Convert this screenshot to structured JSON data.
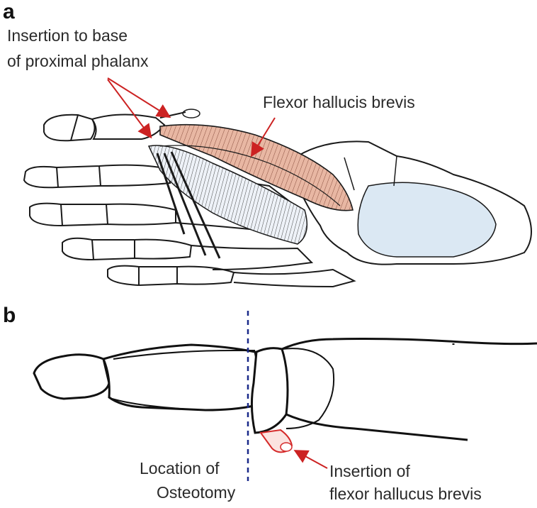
{
  "panels": {
    "a": {
      "label": "a",
      "insertion_label_line1": "Insertion to base",
      "insertion_label_line2": "of proximal phalanx",
      "muscle_label": "Flexor hallucis brevis"
    },
    "b": {
      "label": "b",
      "osteotomy_line1": "Location of",
      "osteotomy_line2": "Osteotomy",
      "insertion_line1": "Insertion of",
      "insertion_line2": "flexor hallucus brevis"
    }
  },
  "colors": {
    "arrow": "#cc2222",
    "muscle": "#e8b7a3",
    "bone_shade": "#dbe8f3",
    "tendon": "#c9d6e6",
    "dashed_line": "#1a2a8a"
  }
}
